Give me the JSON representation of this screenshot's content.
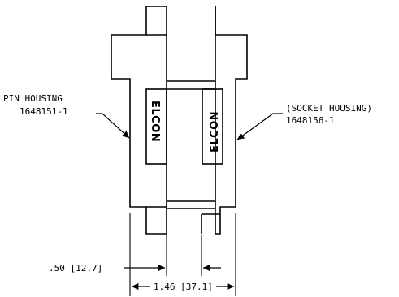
{
  "drawing": {
    "pin_housing": {
      "label": "PIN HOUSING",
      "part_number": "1648151-1"
    },
    "socket_housing": {
      "label": "(SOCKET HOUSING)",
      "part_number": "1648156-1"
    },
    "logo_text": "ELCON",
    "dimensions": {
      "width_small": ".50 [12.7]",
      "width_large": "1.46 [37.1]"
    },
    "colors": {
      "line": "#000000",
      "background": "#ffffff"
    }
  }
}
